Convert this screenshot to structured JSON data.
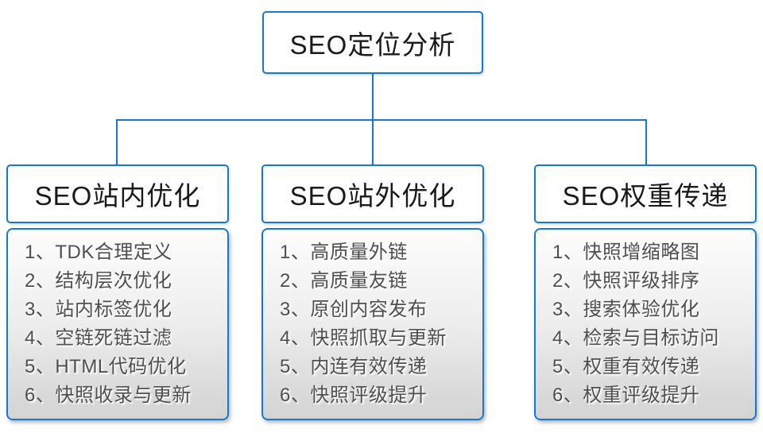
{
  "root": {
    "label": "SEO定位分析"
  },
  "branches": [
    {
      "label": "SEO站内优化",
      "items": [
        "1、TDK合理定义",
        "2、结构层次优化",
        "3、站内标签优化",
        "4、空链死链过滤",
        "5、HTML代码优化",
        "6、快照收录与更新"
      ]
    },
    {
      "label": "SEO站外优化",
      "items": [
        "1、高质量外链",
        "2、高质量友链",
        "3、原创内容发布",
        "4、快照抓取与更新",
        "5、内连有效传递",
        "6、快照评级提升"
      ]
    },
    {
      "label": "SEO权重传递",
      "items": [
        "1、快照增缩略图",
        "2、快照评级排序",
        "3、搜索体验优化",
        "4、检索与目标访问",
        "5、权重有效传递",
        "6、权重评级提升"
      ]
    }
  ],
  "colors": {
    "accent": "#1777d2",
    "panel_top": "#fdfdfd",
    "panel_bottom": "#d3d3d3",
    "item_text": "#4f4f4f",
    "node_text": "#1a1a1a"
  }
}
